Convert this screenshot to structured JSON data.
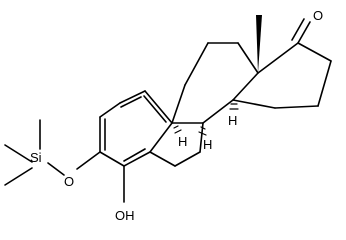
{
  "molecule": {
    "atom_labels": {
      "oxygen_ketone": "O",
      "silicon": "Si",
      "oxygen_ether": "O",
      "hydroxyl": "OH",
      "h_9": "H",
      "h_8": "H",
      "h_14": "H"
    },
    "colors": {
      "bond": "#000000",
      "label": "#000000",
      "background": "#ffffff"
    }
  }
}
